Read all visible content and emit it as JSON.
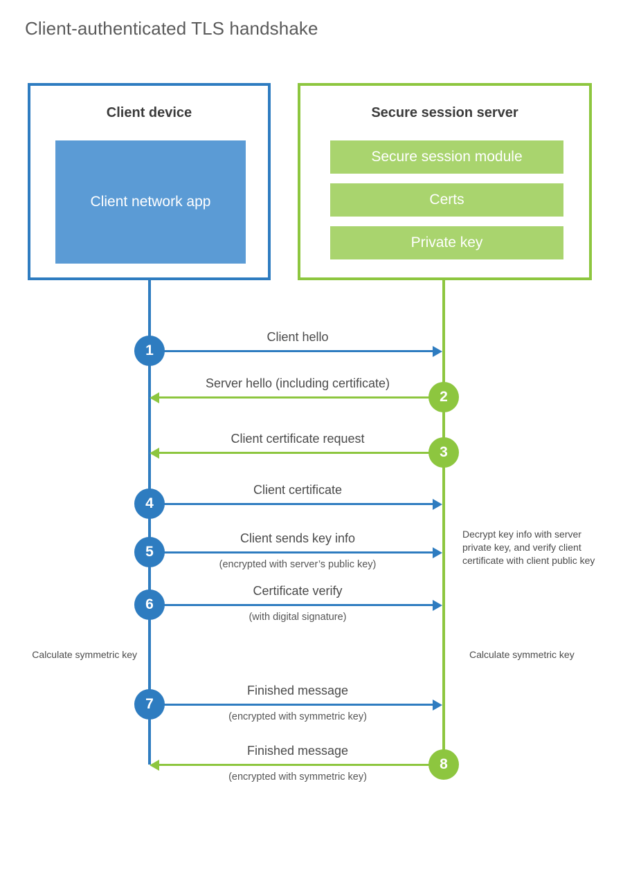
{
  "page": {
    "title": "Client-authenticated TLS handshake"
  },
  "colors": {
    "client_border": "#2E7CC0",
    "client_fill": "#5B9BD5",
    "server_border": "#8DC63F",
    "server_fill": "#A9D46E",
    "text": "#4a4a4a"
  },
  "client": {
    "title": "Client device",
    "app_label": "Client network app"
  },
  "server": {
    "title": "Secure session server",
    "components": [
      "Secure session module",
      "Certs",
      "Private key"
    ]
  },
  "steps": [
    {
      "number": "1",
      "label": "Client hello",
      "sublabel": "",
      "direction": "client-to-server",
      "color": "blue"
    },
    {
      "number": "2",
      "label": "Server hello (including certificate)",
      "sublabel": "",
      "direction": "server-to-client",
      "color": "green"
    },
    {
      "number": "3",
      "label": "Client certificate request",
      "sublabel": "",
      "direction": "server-to-client",
      "color": "green"
    },
    {
      "number": "4",
      "label": "Client certificate",
      "sublabel": "",
      "direction": "client-to-server",
      "color": "blue"
    },
    {
      "number": "5",
      "label": "Client sends key info",
      "sublabel": "(encrypted with server’s public key)",
      "direction": "client-to-server",
      "color": "blue"
    },
    {
      "number": "6",
      "label": "Certificate verify",
      "sublabel": "(with digital signature)",
      "direction": "client-to-server",
      "color": "blue"
    },
    {
      "number": "7",
      "label": "Finished message",
      "sublabel": "(encrypted with symmetric key)",
      "direction": "client-to-server",
      "color": "blue"
    },
    {
      "number": "8",
      "label": "Finished message",
      "sublabel": "(encrypted with symmetric key)",
      "direction": "server-to-client",
      "color": "green"
    }
  ],
  "annotations": {
    "server_decrypt": "Decrypt key info with server private key, and verify client certificate with client public key",
    "client_calculate": "Calculate symmetric key",
    "server_calculate": "Calculate symmetric key"
  }
}
